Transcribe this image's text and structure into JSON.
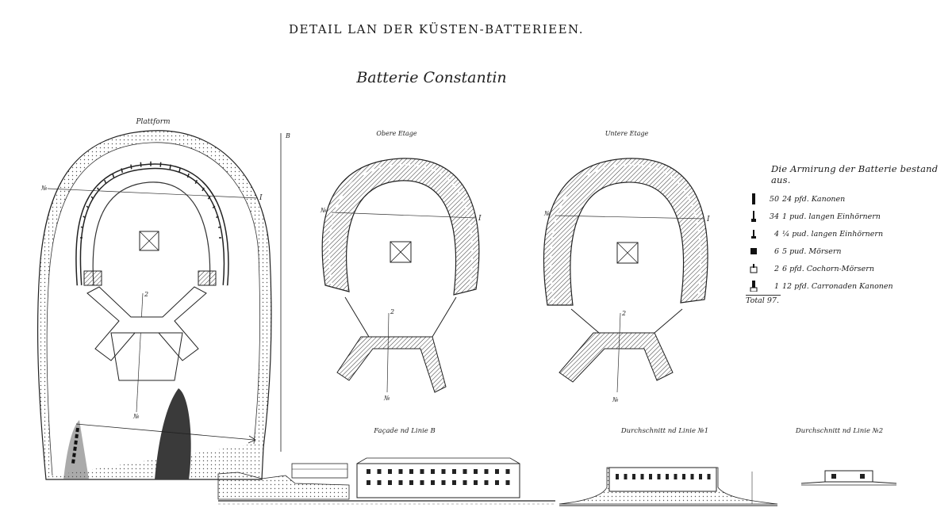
{
  "titles": {
    "main": "DETAIL LAN DER KÜSTEN-BATTERIEEN.",
    "subtitle": "Batterie Constantin"
  },
  "plans": {
    "platform": {
      "label": "Plattform",
      "marker_no": "№",
      "marker_1": "I",
      "marker_2": "2",
      "marker_bottom": "№"
    },
    "upper": {
      "label": "Obere Etage",
      "marker_no": "№",
      "marker_1": "I",
      "marker_2": "2",
      "marker_bottom": "№"
    },
    "lower": {
      "label": "Untere Etage",
      "marker_no": "№",
      "marker_1": "I",
      "marker_2": "2",
      "marker_bottom": "№"
    },
    "line_b": "B"
  },
  "sections": {
    "facade": "Façade nd Linie B",
    "section1": "Durchschnitt nd Linie №1",
    "section2": "Durchschnitt nd Linie №2"
  },
  "legend": {
    "title": "Die Armirung der Batterie bestand aus.",
    "rows": [
      {
        "icon": "cannon-24pdr-icon",
        "qty": "50",
        "desc": "24 pfd. Kanonen"
      },
      {
        "icon": "unicorn-long-1pud-icon",
        "qty": "34",
        "desc": "1 pud. langen Einhörnern"
      },
      {
        "icon": "unicorn-long-quarter-pud-icon",
        "qty": "4",
        "desc": "¼ pud. langen Einhörnern"
      },
      {
        "icon": "mortar-5pud-icon",
        "qty": "6",
        "desc": "5 pud. Mörsern"
      },
      {
        "icon": "coehorn-mortar-icon",
        "qty": "2",
        "desc": "6 pfd. Cochorn-Mörsern"
      },
      {
        "icon": "carronade-icon",
        "qty": "1",
        "desc": "12 pfd. Carronaden Kanonen"
      }
    ],
    "total": "Total 97."
  }
}
